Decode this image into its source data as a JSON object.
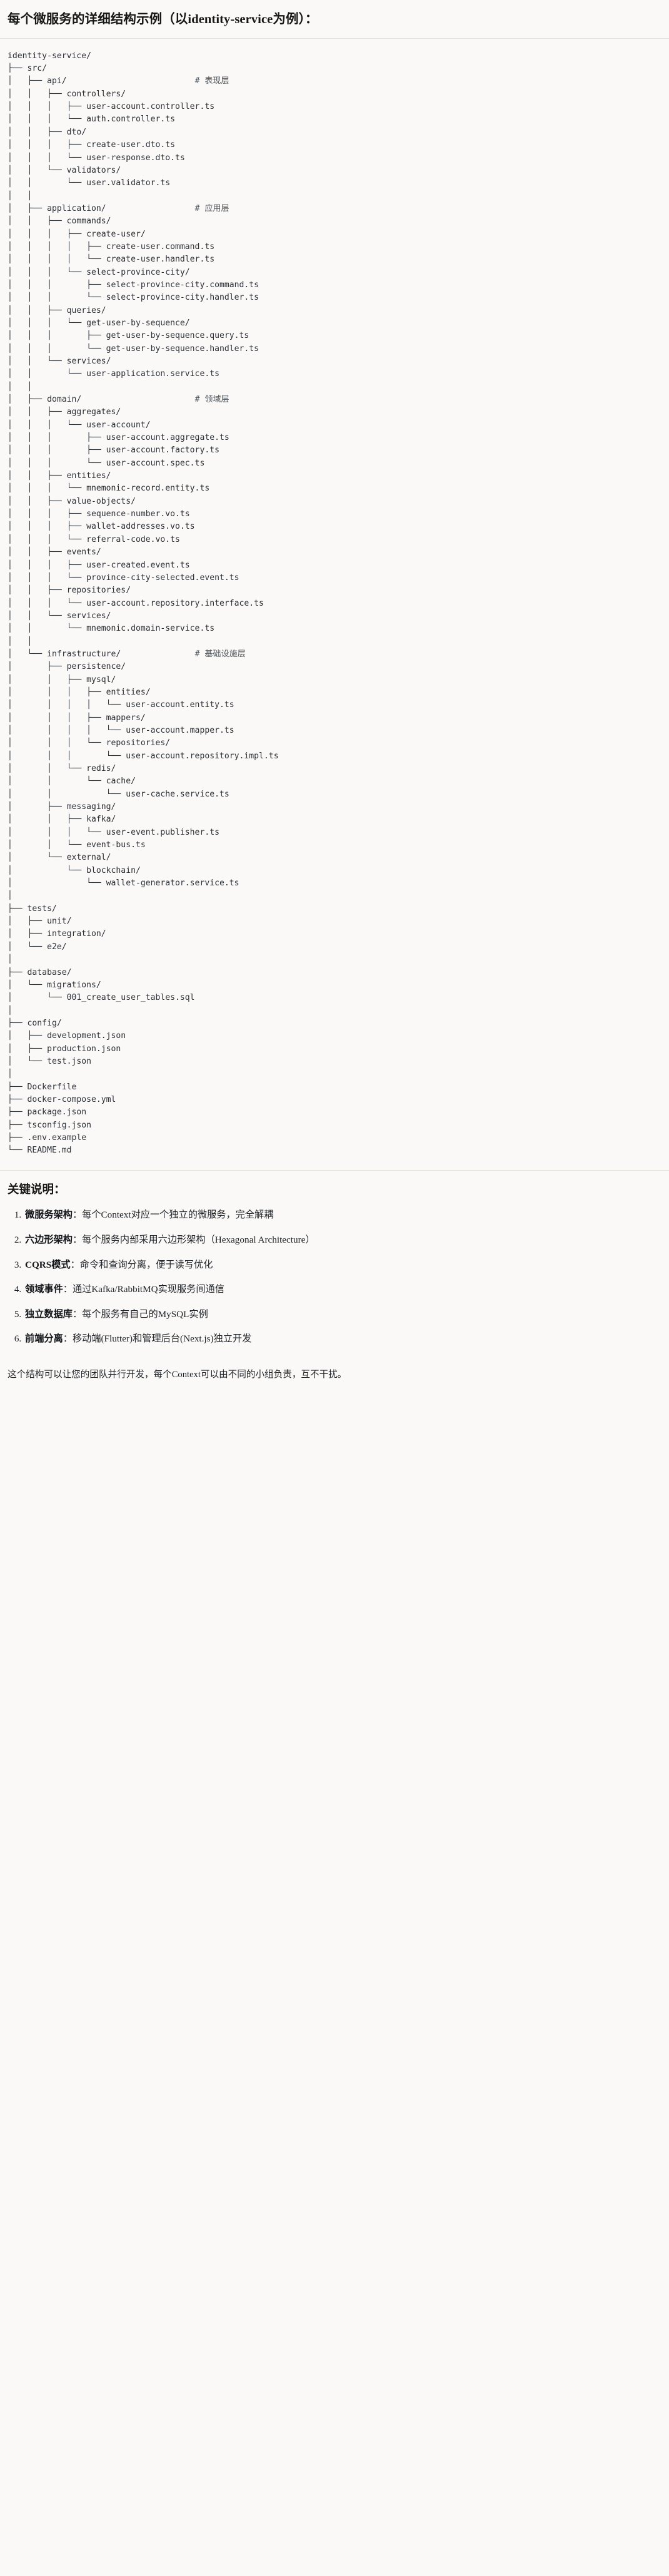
{
  "heading": "每个微服务的详细结构示例（以identity-service为例）：",
  "tree": {
    "lines": [
      "identity-service/",
      "├── src/",
      "│   ├── api/                          # 表现层",
      "│   │   ├── controllers/",
      "│   │   │   ├── user-account.controller.ts",
      "│   │   │   └── auth.controller.ts",
      "│   │   ├── dto/",
      "│   │   │   ├── create-user.dto.ts",
      "│   │   │   └── user-response.dto.ts",
      "│   │   └── validators/",
      "│   │       └── user.validator.ts",
      "│   │",
      "│   ├── application/                  # 应用层",
      "│   │   ├── commands/",
      "│   │   │   ├── create-user/",
      "│   │   │   │   ├── create-user.command.ts",
      "│   │   │   │   └── create-user.handler.ts",
      "│   │   │   └── select-province-city/",
      "│   │   │       ├── select-province-city.command.ts",
      "│   │   │       └── select-province-city.handler.ts",
      "│   │   ├── queries/",
      "│   │   │   └── get-user-by-sequence/",
      "│   │   │       ├── get-user-by-sequence.query.ts",
      "│   │   │       └── get-user-by-sequence.handler.ts",
      "│   │   └── services/",
      "│   │       └── user-application.service.ts",
      "│   │",
      "│   ├── domain/                       # 领域层",
      "│   │   ├── aggregates/",
      "│   │   │   └── user-account/",
      "│   │   │       ├── user-account.aggregate.ts",
      "│   │   │       ├── user-account.factory.ts",
      "│   │   │       └── user-account.spec.ts",
      "│   │   ├── entities/",
      "│   │   │   └── mnemonic-record.entity.ts",
      "│   │   ├── value-objects/",
      "│   │   │   ├── sequence-number.vo.ts",
      "│   │   │   ├── wallet-addresses.vo.ts",
      "│   │   │   └── referral-code.vo.ts",
      "│   │   ├── events/",
      "│   │   │   ├── user-created.event.ts",
      "│   │   │   └── province-city-selected.event.ts",
      "│   │   ├── repositories/",
      "│   │   │   └── user-account.repository.interface.ts",
      "│   │   └── services/",
      "│   │       └── mnemonic.domain-service.ts",
      "│   │",
      "│   └── infrastructure/               # 基础设施层",
      "│       ├── persistence/",
      "│       │   ├── mysql/",
      "│       │   │   ├── entities/",
      "│       │   │   │   └── user-account.entity.ts",
      "│       │   │   ├── mappers/",
      "│       │   │   │   └── user-account.mapper.ts",
      "│       │   │   └── repositories/",
      "│       │   │       └── user-account.repository.impl.ts",
      "│       │   └── redis/",
      "│       │       └── cache/",
      "│       │           └── user-cache.service.ts",
      "│       ├── messaging/",
      "│       │   ├── kafka/",
      "│       │   │   └── user-event.publisher.ts",
      "│       │   └── event-bus.ts",
      "│       └── external/",
      "│           └── blockchain/",
      "│               └── wallet-generator.service.ts",
      "│",
      "├── tests/",
      "│   ├── unit/",
      "│   ├── integration/",
      "│   └── e2e/",
      "│",
      "├── database/",
      "│   └── migrations/",
      "│       └── 001_create_user_tables.sql",
      "│",
      "├── config/",
      "│   ├── development.json",
      "│   ├── production.json",
      "│   └── test.json",
      "│",
      "├── Dockerfile",
      "├── docker-compose.yml",
      "├── package.json",
      "├── tsconfig.json",
      "├── .env.example",
      "└── README.md"
    ]
  },
  "keypoints": {
    "title": "关键说明：",
    "items": [
      {
        "term": "微服务架构",
        "desc": "：每个Context对应一个独立的微服务，完全解耦"
      },
      {
        "term": "六边形架构",
        "desc": "：每个服务内部采用六边形架构（Hexagonal Architecture）"
      },
      {
        "term": "CQRS模式",
        "desc": "：命令和查询分离，便于读写优化"
      },
      {
        "term": "领域事件",
        "desc": "：通过Kafka/RabbitMQ实现服务间通信"
      },
      {
        "term": "独立数据库",
        "desc": "：每个服务有自己的MySQL实例"
      },
      {
        "term": "前端分离",
        "desc": "：移动端(Flutter)和管理后台(Next.js)独立开发"
      }
    ]
  },
  "closing": "这个结构可以让您的团队并行开发，每个Context可以由不同的小组负责，互不干扰。"
}
